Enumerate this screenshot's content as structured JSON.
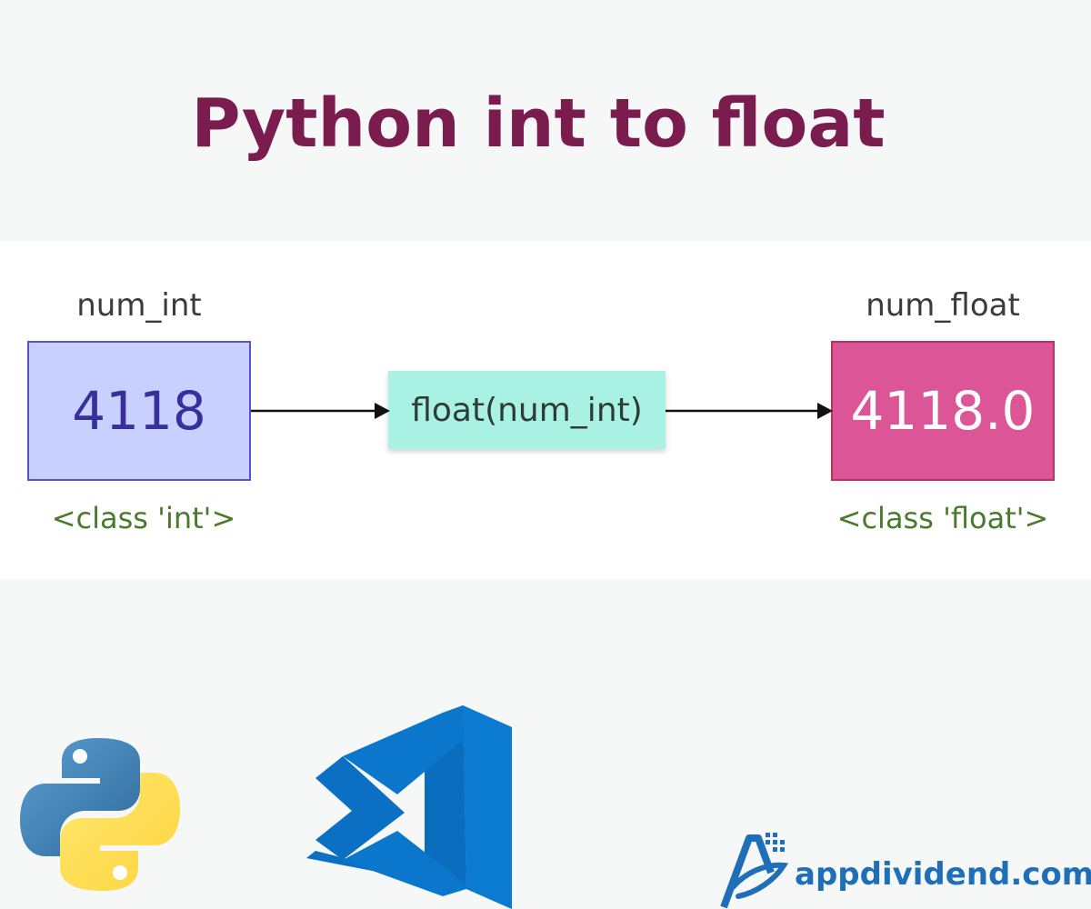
{
  "title": "Python int to float",
  "left": {
    "var_name": "num_int",
    "value": "4118",
    "type": "<class 'int'>"
  },
  "middle": {
    "function_call": "float(num_int)"
  },
  "right": {
    "var_name": "num_float",
    "value": "4118.0",
    "type": "<class 'float'>"
  },
  "logos": {
    "python": "python-logo",
    "vscode": "vscode-logo"
  },
  "brand": {
    "text": "appdividend.com"
  },
  "colors": {
    "title": "#7a1d4e",
    "int_box": "#c8d0ff",
    "func_box": "#a9f2e3",
    "float_box": "#dc5597",
    "class_text": "#4a7a2b",
    "brand": "#1f6fb8"
  }
}
